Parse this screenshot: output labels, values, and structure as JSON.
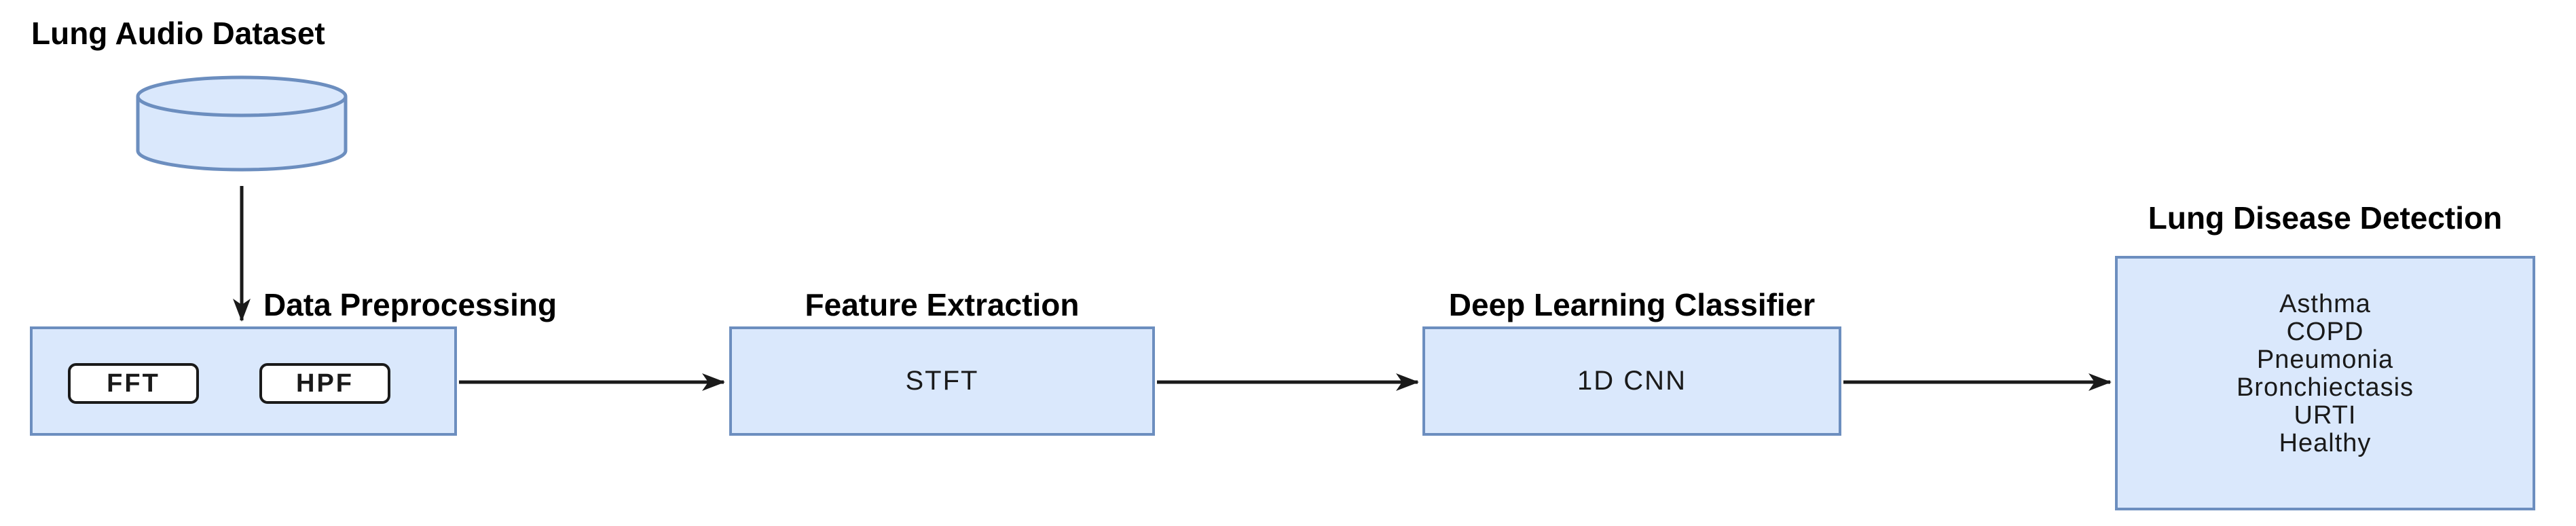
{
  "colors": {
    "background": "#ffffff",
    "node_fill": "#dae8fc",
    "node_stroke": "#6c8ebf",
    "chip_fill": "#ffffff",
    "chip_stroke": "#1a1a1a",
    "arrow": "#1a1a1a",
    "text": "#000000"
  },
  "dataset": {
    "label": "Lung Audio Dataset",
    "icon": "database-cylinder"
  },
  "stages": [
    {
      "title": "Data Preprocessing",
      "chips": [
        "FFT",
        "HPF"
      ]
    },
    {
      "title": "Feature Extraction",
      "content": "STFT"
    },
    {
      "title": "Deep Learning Classifier",
      "content": "1D CNN"
    },
    {
      "title": "Lung Disease Detection",
      "classes": [
        "Asthma",
        "COPD",
        "Pneumonia",
        "Bronchiectasis",
        "URTI",
        "Healthy"
      ]
    }
  ],
  "connections": [
    {
      "from": "lung-audio-dataset",
      "to": "data-preprocessing"
    },
    {
      "from": "data-preprocessing",
      "to": "feature-extraction"
    },
    {
      "from": "feature-extraction",
      "to": "deep-learning-classifier"
    },
    {
      "from": "deep-learning-classifier",
      "to": "lung-disease-detection"
    }
  ]
}
